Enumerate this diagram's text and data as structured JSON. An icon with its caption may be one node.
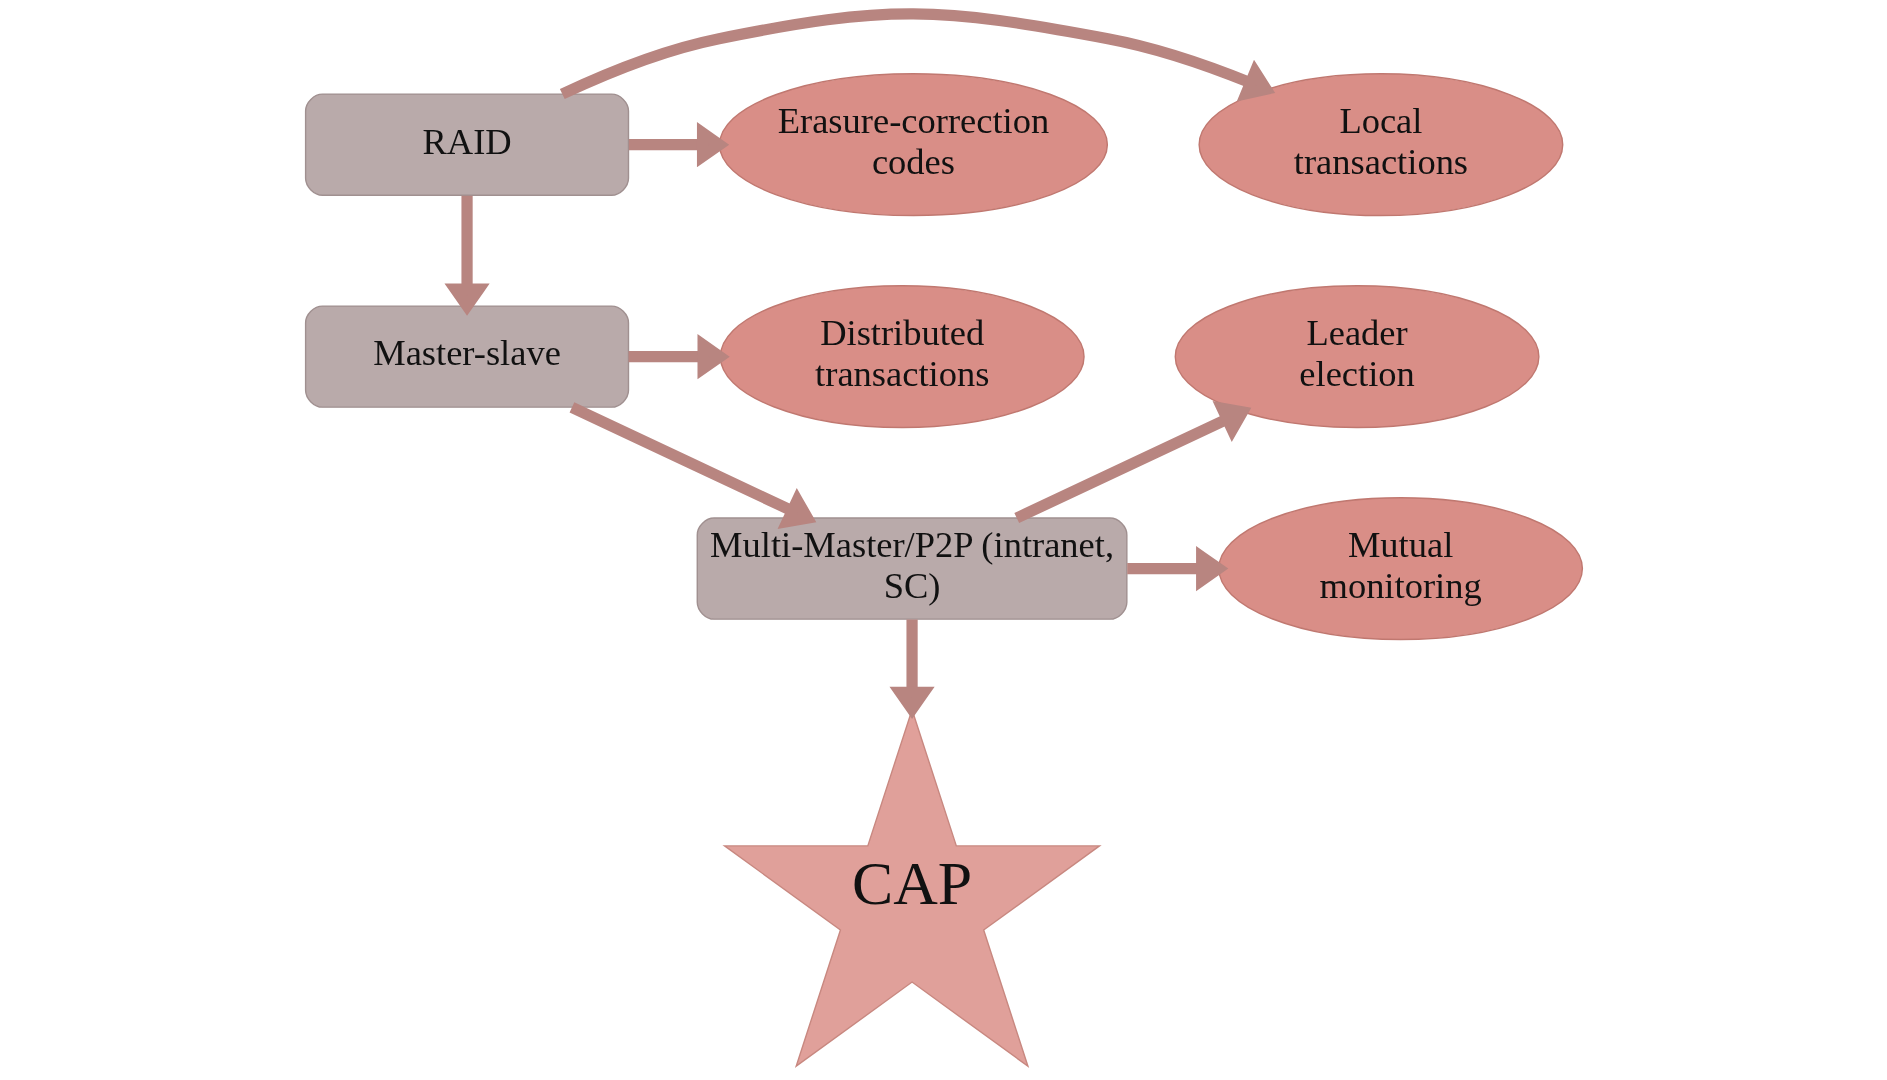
{
  "diagram": {
    "nodes": [
      {
        "text": [
          "RAID"
        ]
      },
      {
        "text": [
          "Local transactions"
        ]
      },
      {
        "text": [
          "Erasure-correction codes"
        ]
      },
      {
        "text": [
          "Master-slave"
        ]
      },
      {
        "text": [
          "Distributed transactions"
        ]
      },
      {
        "text": [
          "Multi-Master/P2P (intranet, SC)"
        ]
      },
      {
        "text": [
          "Leader election"
        ]
      },
      {
        "text": [
          "Mutual monitoring"
        ]
      },
      {
        "text": [
          "CAP"
        ]
      }
    ],
    "edges": [
      {
        "from": 0,
        "to": 1,
        "arrow": "to"
      },
      {
        "from": 0,
        "to": 2,
        "arrow": "to"
      },
      {
        "from": 0,
        "to": 3,
        "arrow": "to"
      },
      {
        "from": 3,
        "to": 4,
        "arrow": "to"
      },
      {
        "from": 3,
        "to": 5,
        "arrow": "to"
      },
      {
        "from": 5,
        "to": 6,
        "arrow": "to"
      },
      {
        "from": 5,
        "to": 7,
        "arrow": "to"
      },
      {
        "from": 5,
        "to": 8,
        "arrow": "to"
      }
    ]
  }
}
